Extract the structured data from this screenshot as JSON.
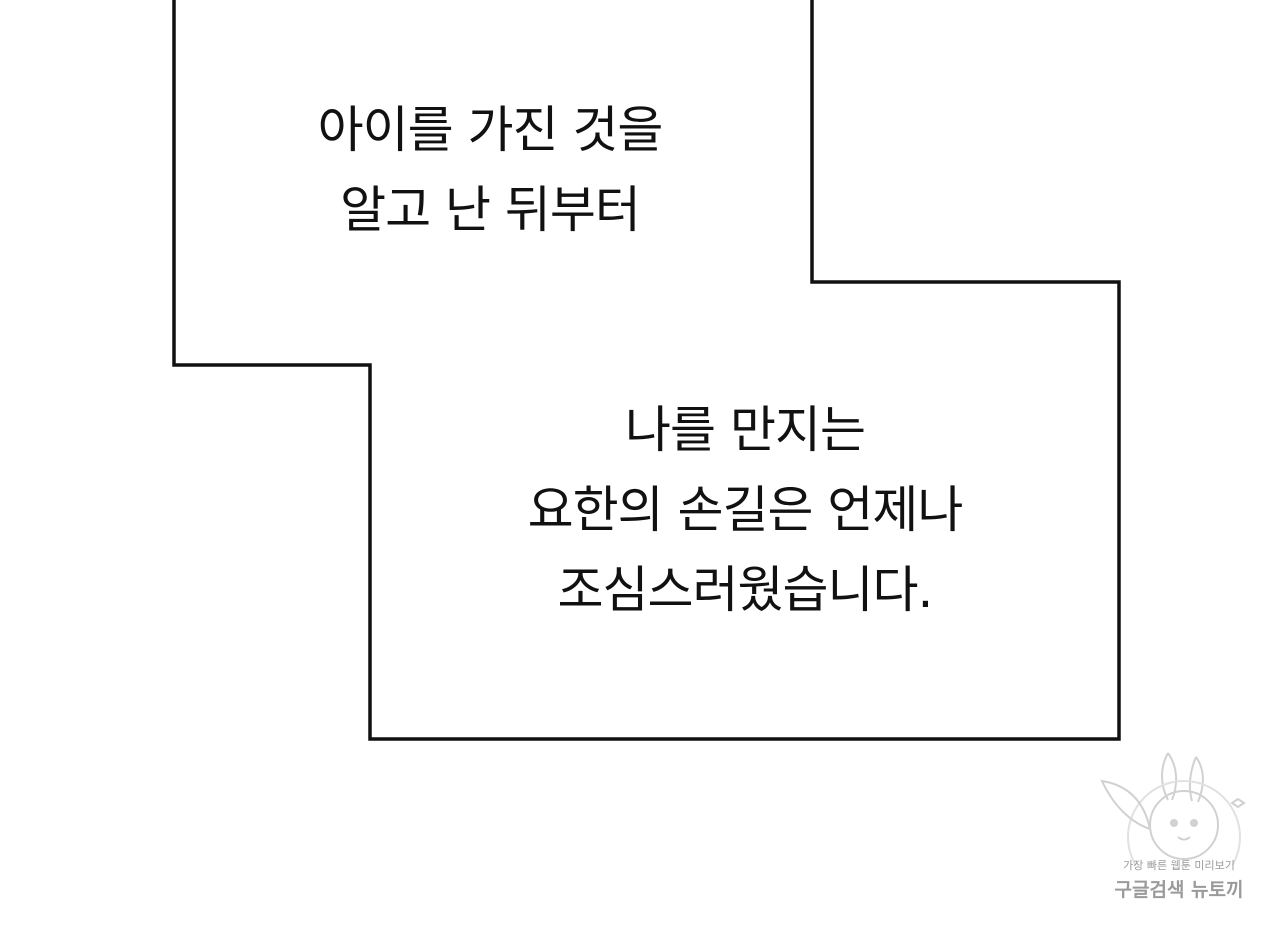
{
  "caption_top": {
    "lines": [
      "아이를 가진 것을",
      "알고 난 뒤부터"
    ]
  },
  "caption_bottom": {
    "lines": [
      "나를 만지는",
      "요한의 손길은 언제나",
      "조심스러웠습니다."
    ]
  },
  "watermark": {
    "small_text": "가장 빠른 웹툰 미리보기",
    "large_text": "구글검색 뉴토끼",
    "icon": "bunny-mascot-logo",
    "color": "#9a9a9a"
  },
  "colors": {
    "background": "#ffffff",
    "border": "#111111",
    "text": "#111111"
  }
}
